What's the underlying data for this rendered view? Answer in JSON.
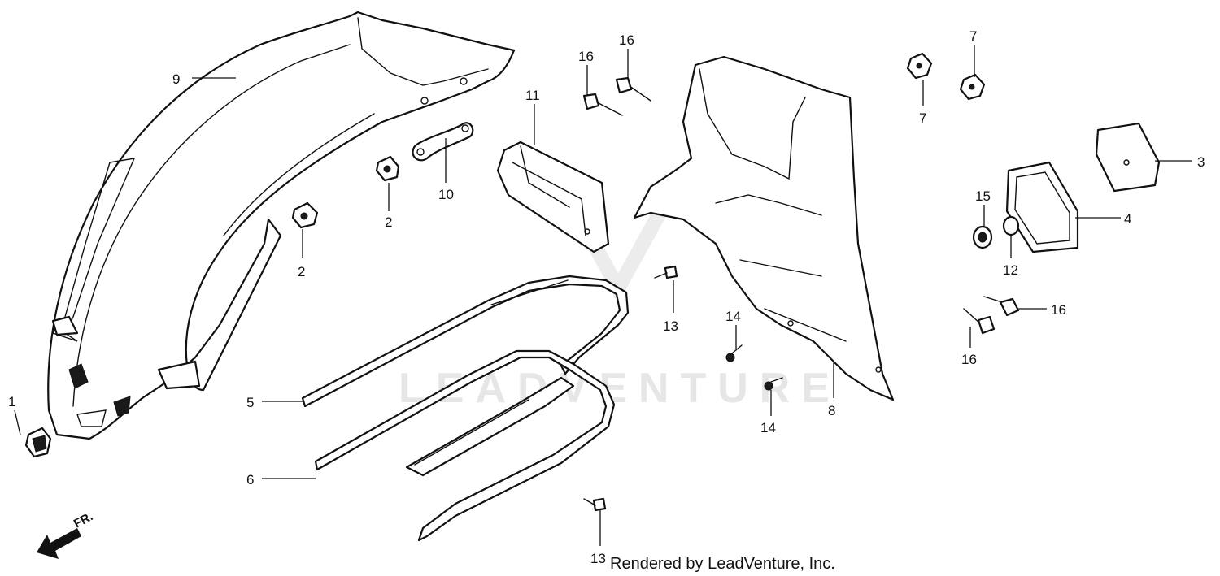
{
  "diagram": {
    "watermark": "LEADVENTURE",
    "credit": "Rendered by LeadVenture, Inc.",
    "direction_label": "FR.",
    "callouts": {
      "c1": "1",
      "c2a": "2",
      "c2b": "2",
      "c3": "3",
      "c4": "4",
      "c5": "5",
      "c6": "6",
      "c7a": "7",
      "c7b": "7",
      "c8": "8",
      "c9": "9",
      "c10": "10",
      "c11": "11",
      "c12": "12",
      "c13a": "13",
      "c13b": "13",
      "c14a": "14",
      "c14b": "14",
      "c15": "15",
      "c16a": "16",
      "c16b": "16",
      "c16c": "16",
      "c16d": "16"
    }
  }
}
